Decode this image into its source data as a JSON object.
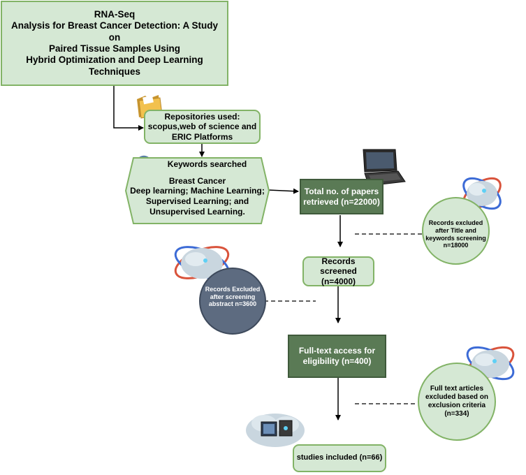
{
  "title_box": {
    "lines": [
      "RNA-Seq",
      "Analysis for Breast Cancer Detection: A Study on",
      "Paired Tissue Samples Using",
      "Hybrid Optimization and Deep Learning",
      "Techniques"
    ]
  },
  "repositories": {
    "lines": [
      "Repositories used:",
      "scopus,web of science and",
      "ERIC Platforms"
    ]
  },
  "keywords": {
    "heading": "Keywords searched",
    "lines": [
      "Breast Cancer",
      "Deep learning; Machine Learning;",
      "Supervised Learning; and",
      "Unsupervised Learning."
    ]
  },
  "total_papers": {
    "lines": [
      "Total no. of papers",
      "retrieved (n=22000)"
    ]
  },
  "excluded_title": {
    "lines": [
      "Records excluded",
      "after Title and",
      "keywords screening",
      "n=18000"
    ]
  },
  "records_screened": {
    "lines": [
      "Records screened",
      "(n=4000)"
    ]
  },
  "excluded_abstract": {
    "lines": [
      "Records Excluded",
      "after screening",
      "abstract n=3600"
    ]
  },
  "fulltext": {
    "lines": [
      "Full-text access for",
      "eligibility (n=400)"
    ]
  },
  "excluded_criteria": {
    "lines": [
      "Full text articles",
      "excluded based on",
      "exclusion criteria",
      "(n=334)"
    ]
  },
  "included": {
    "lines": [
      "studies included (n=66)"
    ]
  },
  "colors": {
    "light_fill": "#d5e8d4",
    "light_border": "#82b366",
    "dark_fill": "#5a7a55",
    "abstract_circle": "#5d6b80"
  },
  "icons": [
    "folder-icon",
    "magnifier-icon",
    "laptop-icon",
    "cloud-orbit-icon",
    "cloud-screens-icon"
  ]
}
